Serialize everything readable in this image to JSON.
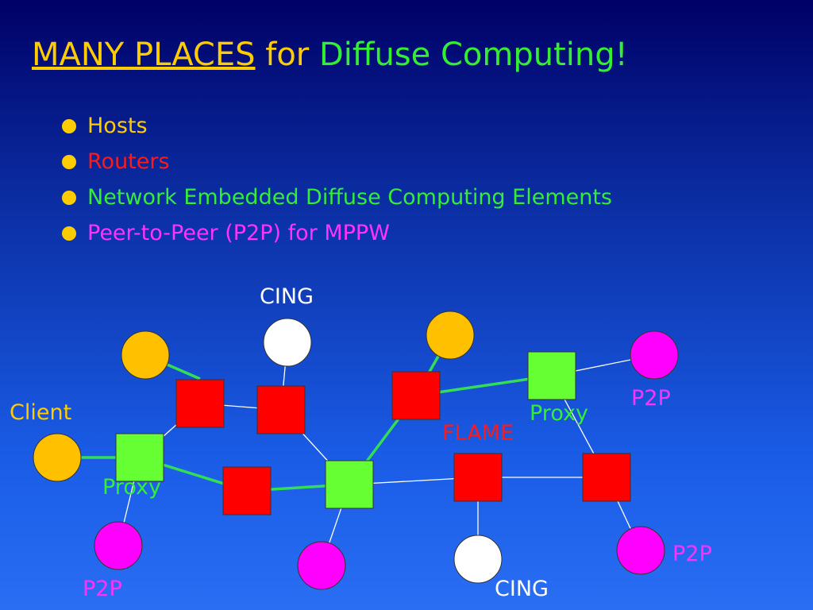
{
  "title": {
    "part1": "MANY PLACES",
    "part2": "for",
    "part3": "Diffuse Computing!",
    "colors": {
      "part1": "#ffcc00",
      "part2": "#ffcc00",
      "part3": "#33ee33"
    }
  },
  "bullets": [
    {
      "text": "Hosts",
      "color": "#ffcc00"
    },
    {
      "text": "Routers",
      "color": "#ff1a1a"
    },
    {
      "text": "Network Embedded Diffuse Computing Elements",
      "color": "#33ee33"
    },
    {
      "text": "Peer-to-Peer (P2P)  for  MPPW",
      "color": "#ff33ff"
    }
  ],
  "diagram": {
    "node_colors": {
      "host": "#ffc000",
      "cing": "#ffffff",
      "router": "#ff0000",
      "proxy": "#66ff33",
      "p2p": "#ff00ff"
    },
    "labels": {
      "cing_top": "CING",
      "cing_bottom": "CING",
      "client": "Client",
      "proxy_left": "Proxy",
      "proxy_right": "Proxy",
      "flame": "FLAME",
      "p2p_top_right": "P2P",
      "p2p_bottom_right": "P2P",
      "p2p_bottom_left": "P2P"
    }
  }
}
